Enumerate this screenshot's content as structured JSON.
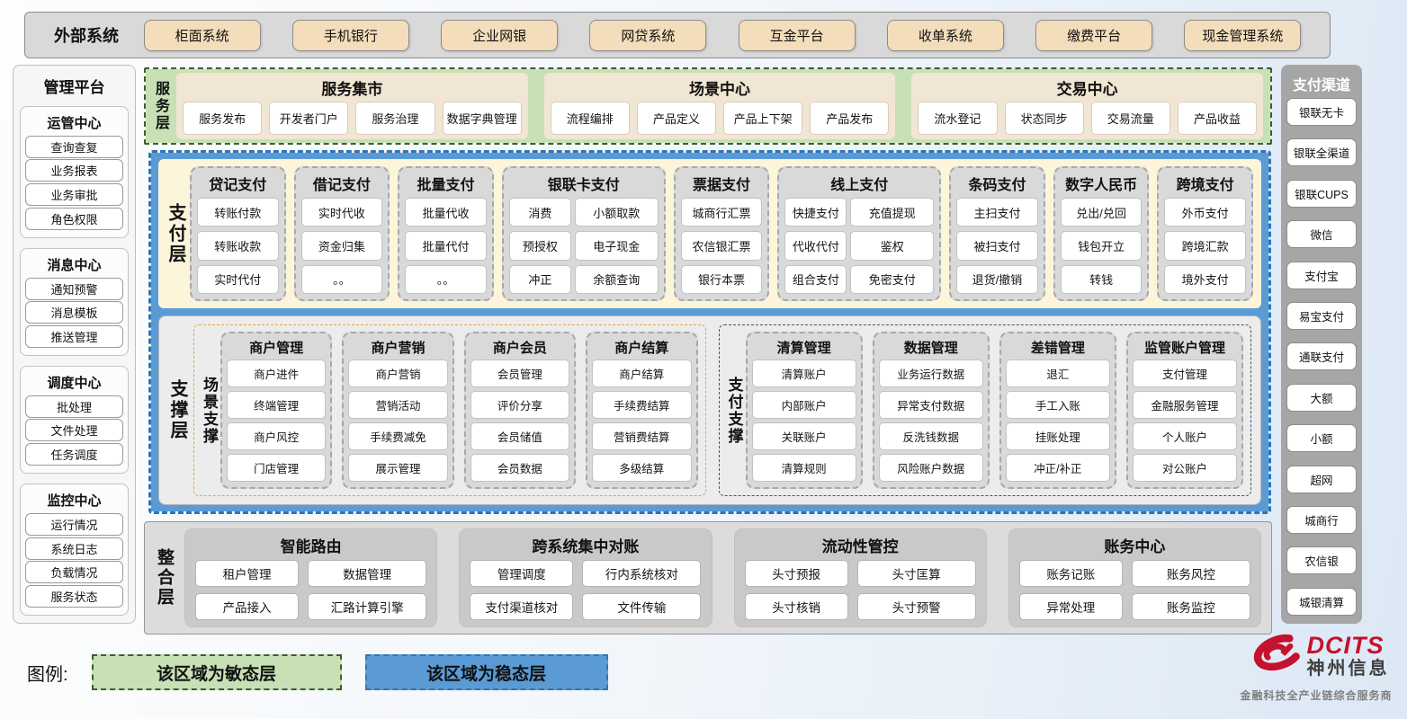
{
  "colors": {
    "agile_green": "#c7e0b6",
    "stable_blue": "#5b9bd5",
    "brand_red": "#c4122f"
  },
  "external_systems": {
    "label": "外部系统",
    "items": [
      "柜面系统",
      "手机银行",
      "企业网银",
      "网贷系统",
      "互金平台",
      "收单系统",
      "缴费平台",
      "现金管理系统"
    ]
  },
  "management_platform": {
    "title": "管理平台",
    "groups": [
      {
        "title": "运管中心",
        "items": [
          "查询查复",
          "业务报表",
          "业务审批",
          "角色权限"
        ]
      },
      {
        "title": "消息中心",
        "items": [
          "通知预警",
          "消息模板",
          "推送管理"
        ]
      },
      {
        "title": "调度中心",
        "items": [
          "批处理",
          "文件处理",
          "任务调度"
        ]
      },
      {
        "title": "监控中心",
        "items": [
          "运行情况",
          "系统日志",
          "负载情况",
          "服务状态"
        ]
      }
    ]
  },
  "service_layer": {
    "label": "服务层",
    "groups": [
      {
        "title": "服务集市",
        "items": [
          "服务发布",
          "开发者门户",
          "服务治理",
          "数据字典管理"
        ]
      },
      {
        "title": "场景中心",
        "items": [
          "流程编排",
          "产品定义",
          "产品上下架",
          "产品发布"
        ]
      },
      {
        "title": "交易中心",
        "items": [
          "流水登记",
          "状态同步",
          "交易流量",
          "产品收益"
        ]
      }
    ]
  },
  "payment_layer": {
    "label": "支付层",
    "columns": [
      {
        "title": "贷记支付",
        "wide": false,
        "items": [
          "转账付款",
          "转账收款",
          "实时代付"
        ]
      },
      {
        "title": "借记支付",
        "wide": false,
        "items": [
          "实时代收",
          "资金归集",
          "。。"
        ]
      },
      {
        "title": "批量支付",
        "wide": false,
        "items": [
          "批量代收",
          "批量代付",
          "。。"
        ]
      },
      {
        "title": "银联卡支付",
        "wide": true,
        "items": [
          "消费",
          "小额取款",
          "预授权",
          "电子现金",
          "冲正",
          "余额查询"
        ]
      },
      {
        "title": "票据支付",
        "wide": false,
        "items": [
          "城商行汇票",
          "农信银汇票",
          "银行本票"
        ]
      },
      {
        "title": "线上支付",
        "wide": true,
        "items": [
          "快捷支付",
          "充值提现",
          "代收代付",
          "鉴权",
          "组合支付",
          "免密支付"
        ]
      },
      {
        "title": "条码支付",
        "wide": false,
        "items": [
          "主扫支付",
          "被扫支付",
          "退货/撤销"
        ]
      },
      {
        "title": "数字人民币",
        "wide": false,
        "items": [
          "兑出/兑回",
          "钱包开立",
          "转钱"
        ]
      },
      {
        "title": "跨境支付",
        "wide": false,
        "items": [
          "外币支付",
          "跨境汇款",
          "境外支付"
        ]
      }
    ]
  },
  "support_layer": {
    "label": "支撑层",
    "sections": [
      {
        "label": "场景支撑",
        "accent": "orange",
        "columns": [
          {
            "title": "商户管理",
            "items": [
              "商户进件",
              "终端管理",
              "商户风控",
              "门店管理"
            ]
          },
          {
            "title": "商户营销",
            "items": [
              "商户营销",
              "营销活动",
              "手续费减免",
              "展示管理"
            ]
          },
          {
            "title": "商户会员",
            "items": [
              "会员管理",
              "评价分享",
              "会员储值",
              "会员数据"
            ]
          },
          {
            "title": "商户结算",
            "items": [
              "商户结算",
              "手续费结算",
              "营销费结算",
              "多级结算"
            ]
          }
        ]
      },
      {
        "label": "支付支撑",
        "accent": "navy",
        "columns": [
          {
            "title": "清算管理",
            "items": [
              "清算账户",
              "内部账户",
              "关联账户",
              "清算规则"
            ]
          },
          {
            "title": "数据管理",
            "items": [
              "业务运行数据",
              "异常支付数据",
              "反洗钱数据",
              "风险账户数据"
            ]
          },
          {
            "title": "差错管理",
            "items": [
              "退汇",
              "手工入账",
              "挂账处理",
              "冲正/补正"
            ]
          },
          {
            "title": "监管账户管理",
            "items": [
              "支付管理",
              "金融服务管理",
              "个人账户",
              "对公账户"
            ]
          }
        ]
      }
    ]
  },
  "integration_layer": {
    "label": "整合层",
    "groups": [
      {
        "title": "智能路由",
        "items": [
          "租户管理",
          "数据管理",
          "产品接入",
          "汇路计算引擎"
        ]
      },
      {
        "title": "跨系统集中对账",
        "items": [
          "管理调度",
          "行内系统核对",
          "支付渠道核对",
          "文件传输"
        ]
      },
      {
        "title": "流动性管控",
        "items": [
          "头寸预报",
          "头寸匡算",
          "头寸核销",
          "头寸预警"
        ]
      },
      {
        "title": "账务中心",
        "items": [
          "账务记账",
          "账务风控",
          "异常处理",
          "账务监控"
        ]
      }
    ]
  },
  "payment_channels": {
    "title": "支付渠道",
    "items": [
      "银联无卡",
      "银联全渠道",
      "银联CUPS",
      "微信",
      "支付宝",
      "易宝支付",
      "通联支付",
      "大额",
      "小额",
      "超网",
      "城商行",
      "农信银",
      "城银清算"
    ]
  },
  "legend": {
    "label": "图例:",
    "items": [
      {
        "text": "该区域为敏态层",
        "type": "agile"
      },
      {
        "text": "该区域为稳态层",
        "type": "stable"
      }
    ]
  },
  "logo": {
    "brand": "DCITS",
    "company": "神州信息",
    "tagline": "金融科技全产业链综合服务商"
  }
}
